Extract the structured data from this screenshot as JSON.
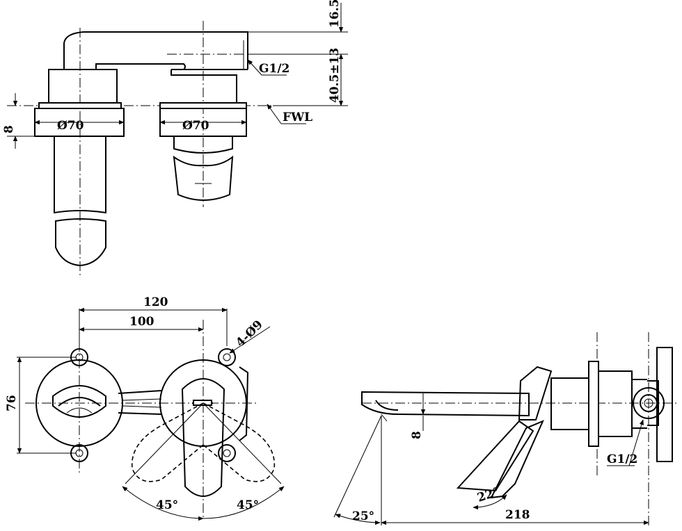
{
  "labels": {
    "dim_16_5": "16.5",
    "dim_40_5": "40.5±13",
    "dim_8_top": "8",
    "dia_left": "Ø70",
    "dia_right": "Ø70",
    "thread_top": "G1/2",
    "fwl": "FWL",
    "dim_120": "120",
    "dim_100": "100",
    "holes": "4-Ø9",
    "dim_76": "76",
    "angle_left": "45°",
    "angle_right": "45°",
    "dim_8_side": "8",
    "angle_22": "22°",
    "angle_25": "25°",
    "dim_218": "218",
    "thread_side": "G1/2"
  }
}
